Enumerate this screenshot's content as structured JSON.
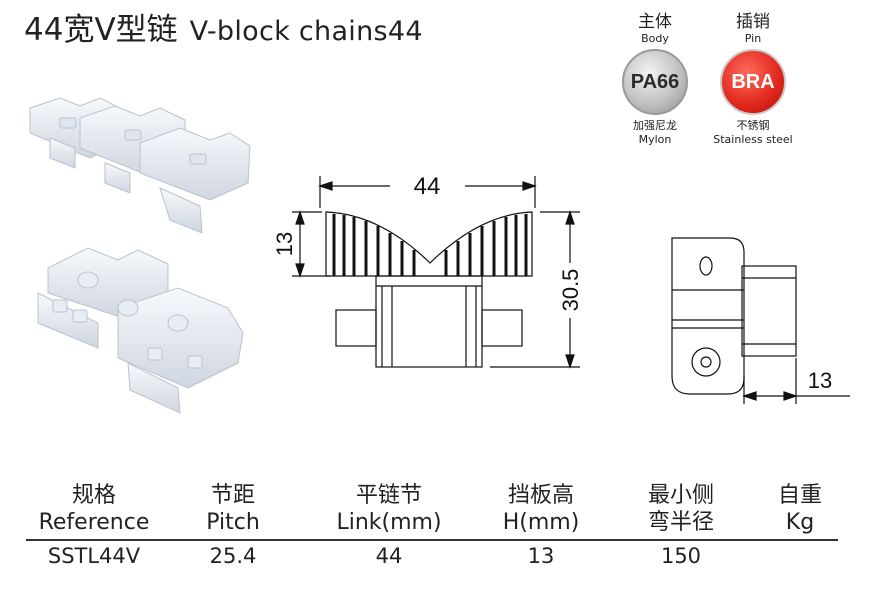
{
  "title": {
    "zh": "44宽V型链",
    "en": "V-block chains44"
  },
  "materials": {
    "body": {
      "label_zh": "主体",
      "label_en": "Body",
      "badge": "PA66",
      "material_zh": "加强尼龙",
      "material_en": "Mylon"
    },
    "pin": {
      "label_zh": "插销",
      "label_en": "Pin",
      "badge": "BRA",
      "material_zh": "不锈钢",
      "material_en": "Stainless steel"
    }
  },
  "drawing": {
    "width_dim": "44",
    "flange_height_dim": "13",
    "total_height_dim": "30.5",
    "side_dim": "13"
  },
  "table": {
    "headers": [
      {
        "zh": "规格",
        "en": "Reference"
      },
      {
        "zh": "节距",
        "en": "Pitch"
      },
      {
        "zh": "平链节",
        "en": "Link(mm)"
      },
      {
        "zh": "挡板高",
        "en": "H(mm)"
      },
      {
        "zh": "最小侧",
        "en": "弯半径"
      },
      {
        "zh": "自重",
        "en": "Kg"
      }
    ],
    "rows": [
      [
        "SSTL44V",
        "25.4",
        "44",
        "13",
        "150",
        ""
      ]
    ]
  },
  "colors": {
    "chain": "#e9edf3",
    "chain_shadow": "#c7ced8",
    "pa66": "#bdbdbd",
    "bra": "#e0261b"
  },
  "icons": [
    "chain-photo-top",
    "chain-photo-bottom",
    "front-view-drawing",
    "side-view-drawing"
  ]
}
